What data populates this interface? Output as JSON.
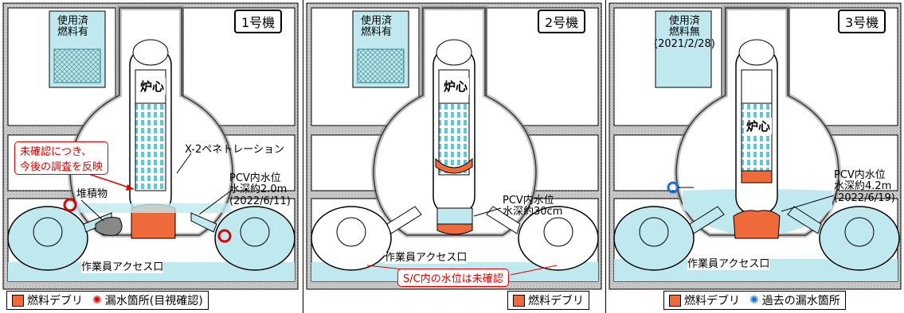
{
  "units": [
    {
      "tag": "1号機",
      "spent_fuel": [
        "使用済",
        "燃料有"
      ],
      "core": "炉心",
      "annotation_red": [
        "未確認につき、",
        "今後の調査を反映"
      ],
      "penetration": "X-2ペネトレーション",
      "water_level": [
        "PCV内水位",
        "水深約2.0m",
        "(2022/6/11)"
      ],
      "deposit": "堆積物",
      "access": "作業員アクセス口",
      "legend": {
        "debris": "燃料デブリ",
        "leak": "漏水箇所(目視確認)"
      }
    },
    {
      "tag": "2号機",
      "spent_fuel": [
        "使用済",
        "燃料有"
      ],
      "core": "炉心",
      "water_level": [
        "PCV内水位",
        "水深約30cm"
      ],
      "access": "作業員アクセス口",
      "sc_note": "S/C内の水位は未確認",
      "legend": {
        "debris": "燃料デブリ"
      }
    },
    {
      "tag": "3号機",
      "spent_fuel": [
        "使用済",
        "燃料無",
        "(2021/2/28)"
      ],
      "core": "炉心",
      "water_level": [
        "PCV内水位",
        "水深約4.2m",
        "(2022/6/19)"
      ],
      "access": "作業員アクセス口",
      "legend": {
        "debris": "燃料デブリ",
        "leak": "過去の漏水箇所"
      }
    }
  ],
  "colors": {
    "debris": "#ee6a3b",
    "water": "#bfe9ee",
    "concrete": "#bdbdbd",
    "leak_red": "#e00000",
    "leak_blue": "#1a6fd6"
  }
}
